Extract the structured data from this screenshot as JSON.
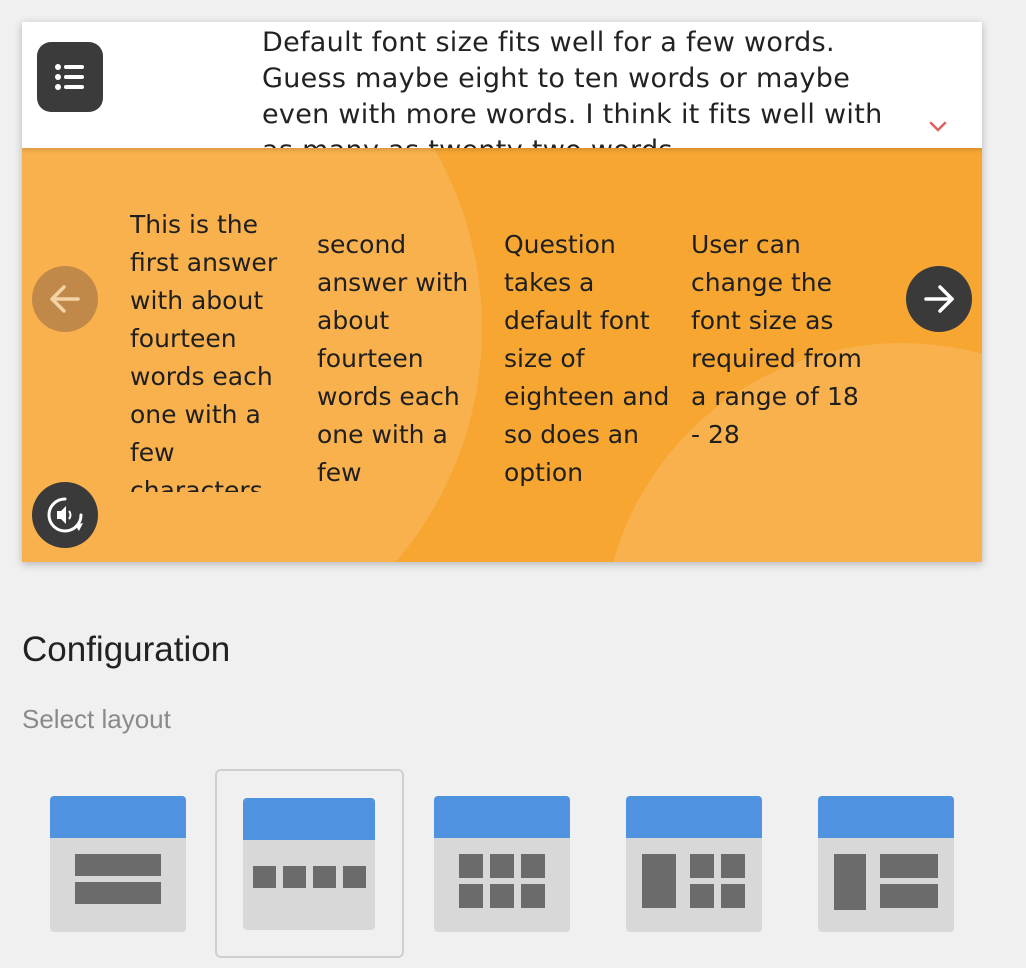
{
  "question": {
    "text": "Default font size fits well for a few words. Guess maybe eight to ten words or maybe even with more words. I think it fits well with as many as twenty two words."
  },
  "icons": {
    "menu": "list-icon",
    "expand": "chevron-down-icon",
    "previous": "arrow-left-icon",
    "next": "arrow-right-icon",
    "audio": "speaker-replay-icon"
  },
  "answers": [
    "This is the first answer with about fourteen words each one with a few characters",
    "second answer with about fourteen words each one with a few",
    "Question takes a default font size of eighteen and so does an option",
    "User can change the font size as required from a range of 18 - 28"
  ],
  "configuration": {
    "title": "Configuration",
    "select_layout_label": "Select layout",
    "layouts": [
      "layout-2-rows",
      "layout-4-columns",
      "layout-2x3-grid",
      "layout-1-plus-4-grid",
      "layout-1-plus-2-rows"
    ],
    "selected_index": 1
  },
  "colors": {
    "answers_bg": "#f7a632",
    "layout_header": "#4f93e0",
    "dark_button": "#3a3a3a",
    "chevron": "#e06060"
  }
}
